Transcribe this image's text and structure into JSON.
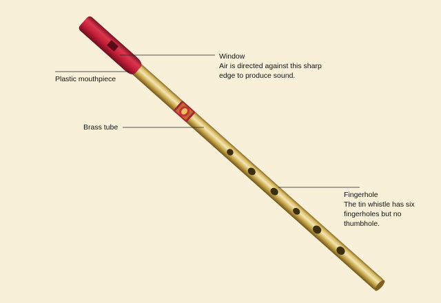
{
  "colors": {
    "background": "#f8f0d8",
    "brass": "#c9a84a",
    "mouthpiece": "#c8203a",
    "leader_line": "#222222",
    "hole": "#3a3010"
  },
  "labels": {
    "window": {
      "title": "Window",
      "line1": "Air is directed against this sharp",
      "line2": "edge to produce sound."
    },
    "mouthpiece": {
      "title": "Plastic mouthpiece"
    },
    "tube": {
      "title": "Brass tube"
    },
    "fingerhole": {
      "title": "Fingerhole",
      "line1": "The tin whistle has six",
      "line2": "fingerholes but no",
      "line3": "thumbhole."
    }
  },
  "fingerhole_count": 6
}
